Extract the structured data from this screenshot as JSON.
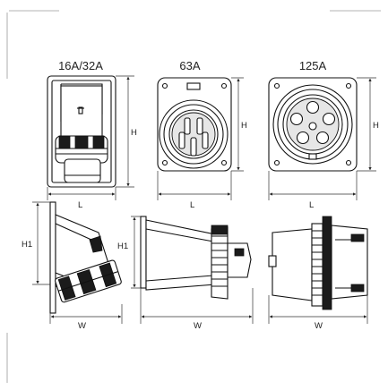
{
  "titles": {
    "small": "16A/32A",
    "medium": "63A",
    "large": "125A"
  },
  "dimensions": {
    "H": "H",
    "L": "L",
    "H1": "H1",
    "W": "W"
  }
}
